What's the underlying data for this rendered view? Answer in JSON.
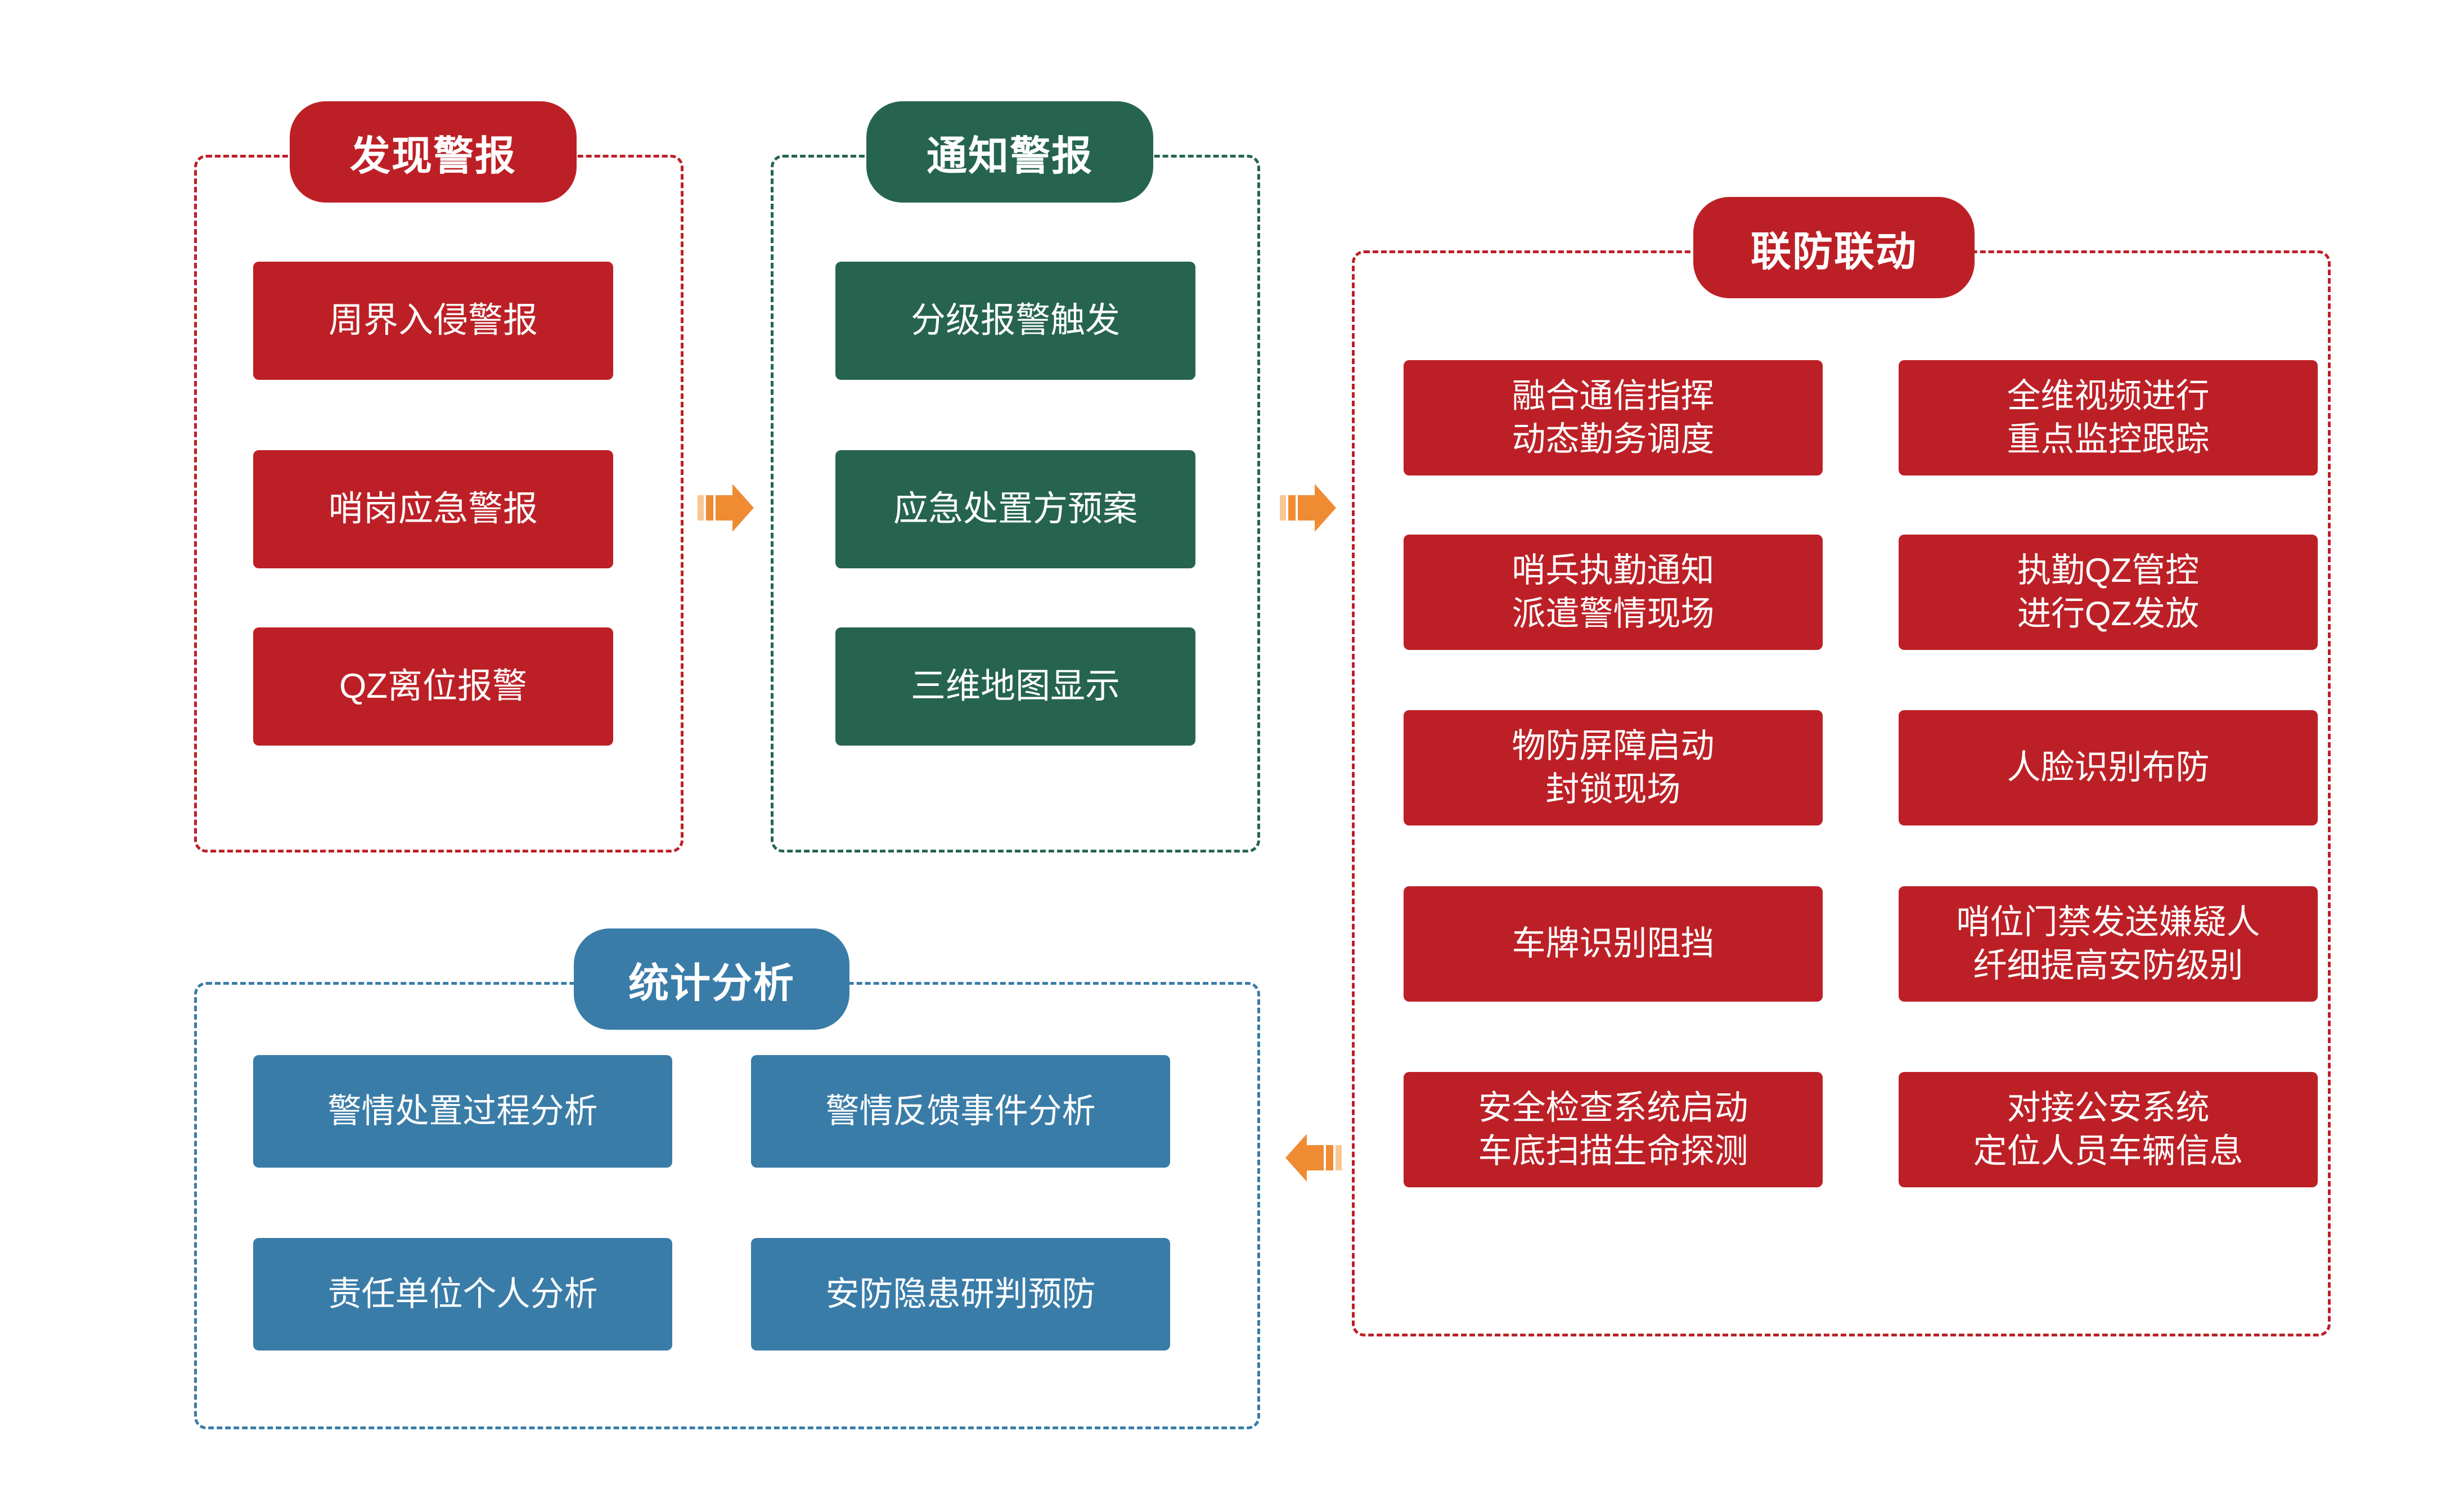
{
  "diagram": {
    "colors": {
      "red": "#BC2026",
      "green": "#266450",
      "blue": "#3A7CA8",
      "arrow_orange": "#EF8B33",
      "arrow_orange_light": "#F8C795",
      "background": "#FFFFFF",
      "text_on_fill": "#FFFFFF"
    },
    "groups": [
      {
        "id": "discover-alarm",
        "title": "发现警报",
        "color": "red",
        "items": [
          "周界入侵警报",
          "哨岗应急警报",
          "QZ离位报警"
        ]
      },
      {
        "id": "notify-alarm",
        "title": "通知警报",
        "color": "green",
        "items": [
          "分级报警触发",
          "应急处置方预案",
          "三维地图显示"
        ]
      },
      {
        "id": "joint-defense",
        "title": "联防联动",
        "color": "red",
        "items_left": [
          "融合通信指挥\n动态勤务调度",
          "哨兵执勤通知\n派遣警情现场",
          "物防屏障启动\n封锁现场",
          "车牌识别阻挡",
          "安全检查系统启动\n车底扫描生命探测"
        ],
        "items_right": [
          "全维视频进行\n重点监控跟踪",
          "执勤QZ管控\n进行QZ发放",
          "人脸识别布防",
          "哨位门禁发送嫌疑人\n纤细提高安防级别",
          "对接公安系统\n定位人员车辆信息"
        ]
      },
      {
        "id": "statistical-analysis",
        "title": "统计分析",
        "color": "blue",
        "items_left": [
          "警情处置过程分析",
          "责任单位个人分析"
        ],
        "items_right": [
          "警情反馈事件分析",
          "安防隐患研判预防"
        ]
      }
    ],
    "arrows": [
      {
        "id": "arrow-discover-to-notify",
        "direction": "right"
      },
      {
        "id": "arrow-notify-to-joint",
        "direction": "right"
      },
      {
        "id": "arrow-joint-to-statistics",
        "direction": "left"
      }
    ]
  }
}
